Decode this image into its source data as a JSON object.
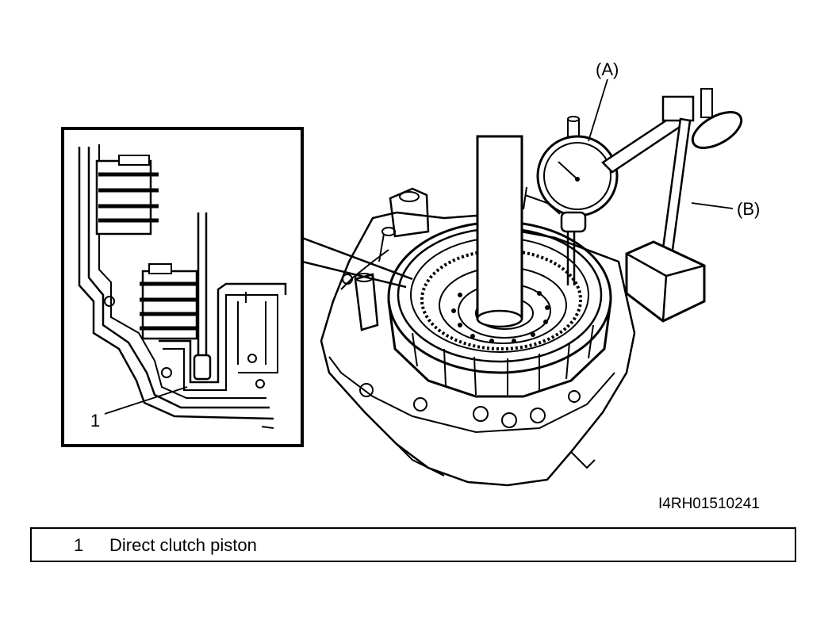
{
  "callouts": {
    "gauge": "(A)",
    "stand": "(B)",
    "inset_part": "1"
  },
  "figure_id": "I4RH01510241",
  "legend": {
    "items": [
      {
        "number": "1",
        "text": "Direct clutch piston"
      }
    ]
  },
  "colors": {
    "ink": "#000000",
    "paper": "#ffffff"
  }
}
